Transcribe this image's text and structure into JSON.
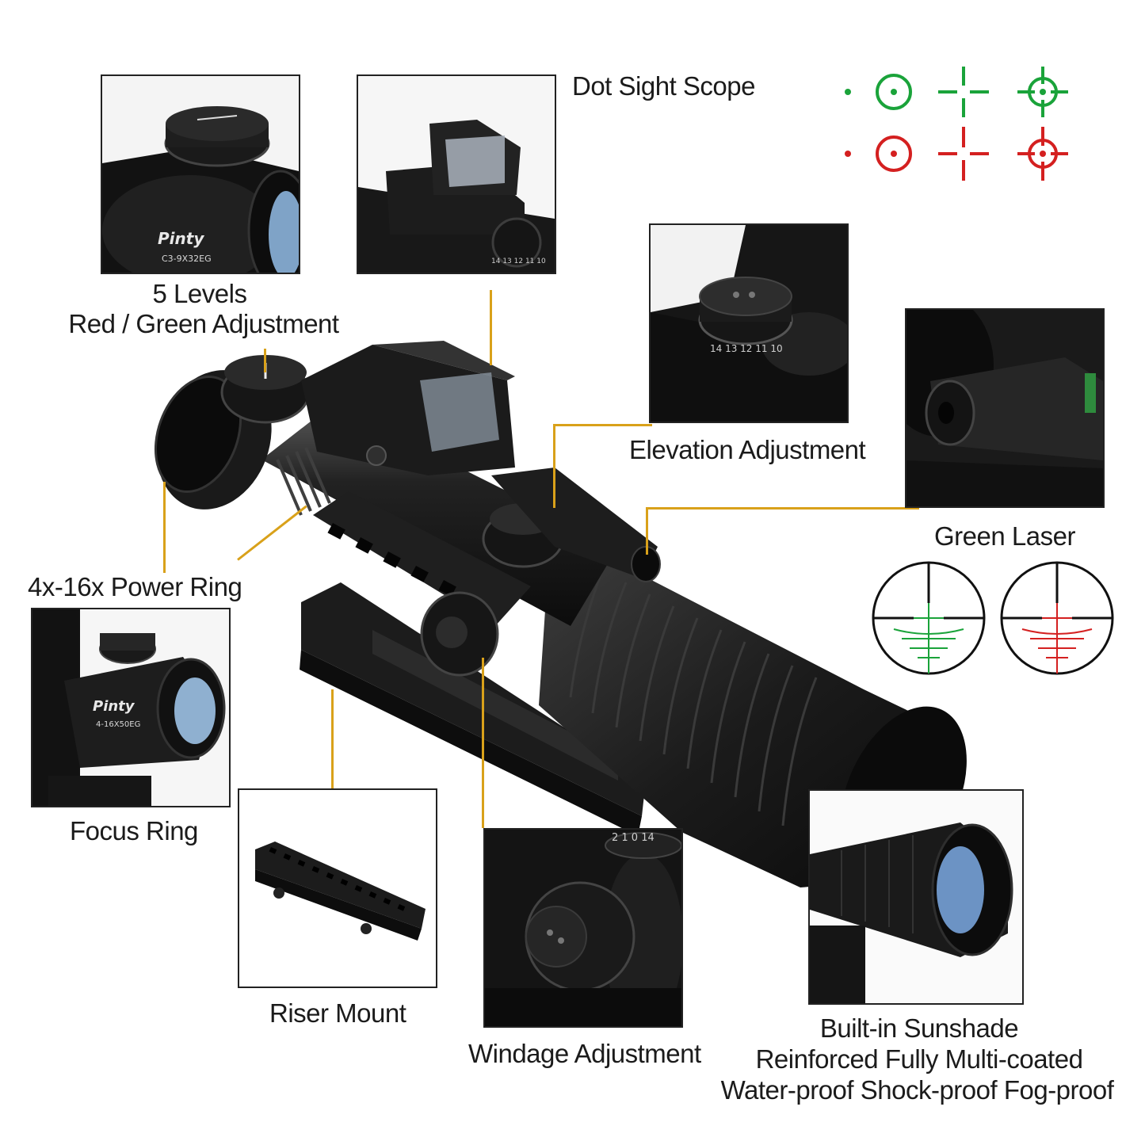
{
  "labels": {
    "dot_sight_scope": "Dot Sight Scope",
    "levels_line1": "5 Levels",
    "levels_line2": "Red / Green Adjustment",
    "elevation": "Elevation Adjustment",
    "green_laser": "Green Laser",
    "power_ring": "4x-16x Power Ring",
    "focus_ring": "Focus Ring",
    "riser_mount": "Riser Mount",
    "windage": "Windage Adjustment",
    "sunshade_line1": "Built-in Sunshade",
    "sunshade_line2": "Reinforced Fully Multi-coated",
    "sunshade_line3": "Water-proof Shock-proof Fog-proof"
  },
  "product_markings": {
    "brand": "Pinty",
    "small_scope_model": "C3-9X32EG",
    "main_scope_model": "4-16X50EG",
    "turret_numbers": [
      "14",
      "13",
      "12",
      "11",
      "10"
    ],
    "windage_numbers": [
      "2",
      "1",
      "0",
      "14"
    ]
  },
  "colors": {
    "leader_line": "#d9a11a",
    "reticle_green": "#1aa33a",
    "reticle_red": "#d42020",
    "scope_body": "#141414"
  },
  "reticle_icons": [
    "dot-reticle-icon",
    "circle-dot-reticle-icon",
    "crosshair-reticle-icon",
    "circle-crosshair-reticle-icon"
  ]
}
